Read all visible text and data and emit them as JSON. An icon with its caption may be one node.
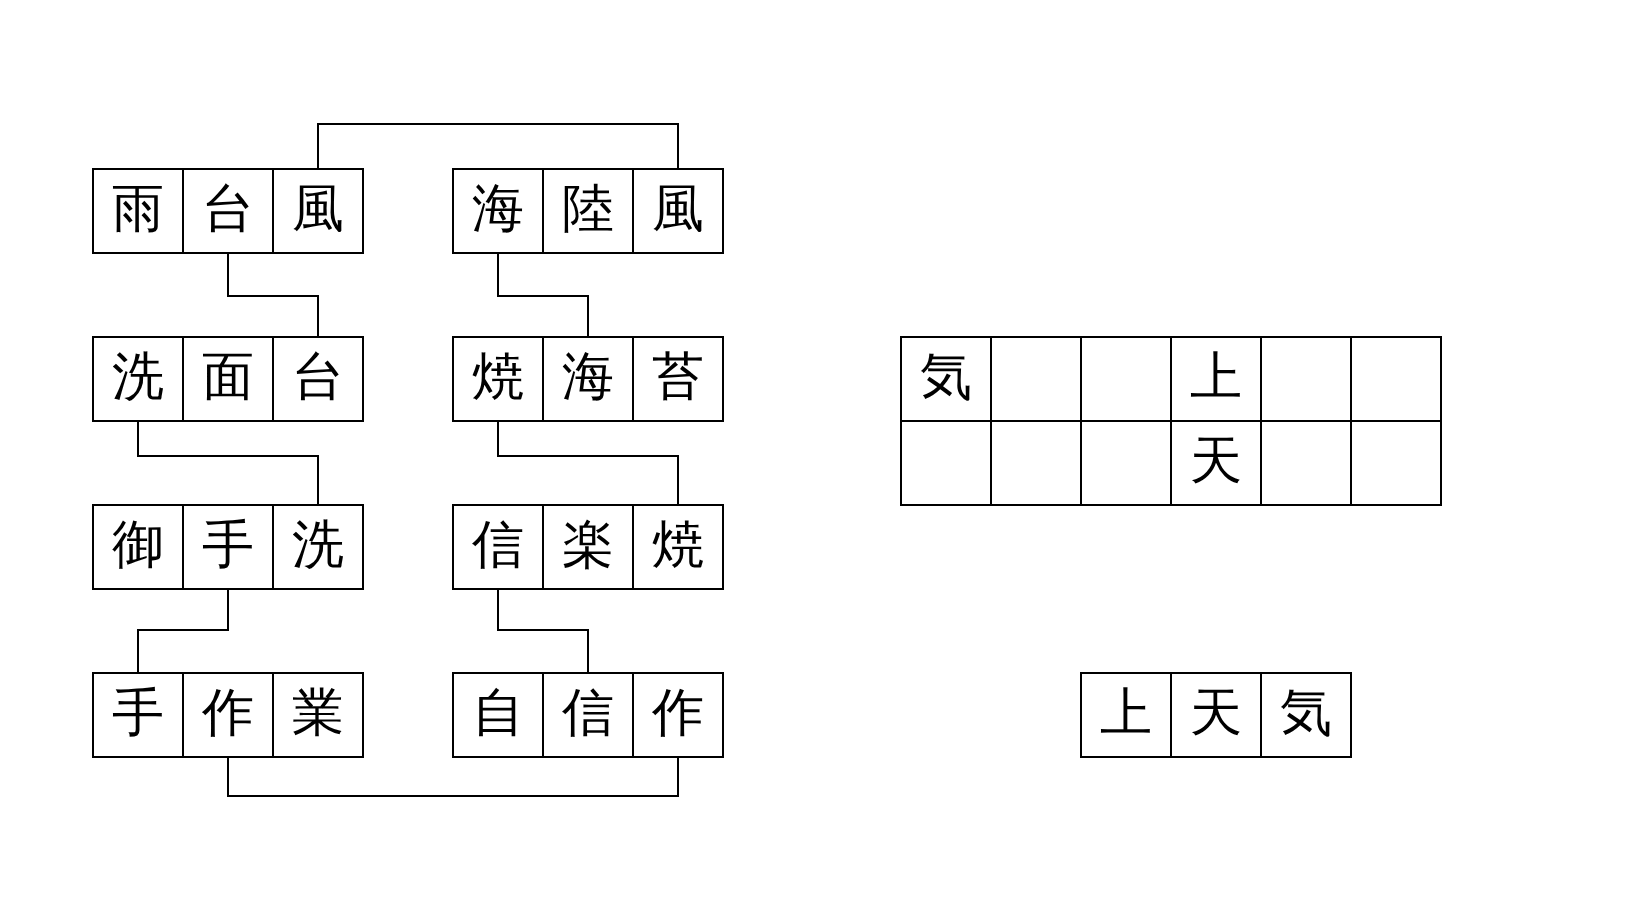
{
  "diagram": {
    "nodes": [
      {
        "text": [
          "雨"
        ]
      },
      {
        "text": [
          "台"
        ]
      },
      {
        "text": [
          "風"
        ]
      },
      {
        "text": [
          "海"
        ]
      },
      {
        "text": [
          "陸"
        ]
      },
      {
        "text": [
          "風"
        ]
      },
      {
        "text": [
          "洗"
        ]
      },
      {
        "text": [
          "面"
        ]
      },
      {
        "text": [
          "台"
        ]
      },
      {
        "text": [
          "焼"
        ]
      },
      {
        "text": [
          "海"
        ]
      },
      {
        "text": [
          "苔"
        ]
      },
      {
        "text": [
          "御"
        ]
      },
      {
        "text": [
          "手"
        ]
      },
      {
        "text": [
          "洗"
        ]
      },
      {
        "text": [
          "信"
        ]
      },
      {
        "text": [
          "楽"
        ]
      },
      {
        "text": [
          "焼"
        ]
      },
      {
        "text": [
          "手"
        ]
      },
      {
        "text": [
          "作"
        ]
      },
      {
        "text": [
          "業"
        ]
      },
      {
        "text": [
          "自"
        ]
      },
      {
        "text": [
          "信"
        ]
      },
      {
        "text": [
          "作"
        ]
      },
      {
        "text": [
          "気"
        ]
      },
      {
        "text": [],
        "shape": "box"
      },
      {
        "text": [],
        "shape": "box"
      },
      {
        "text": [
          "上"
        ]
      },
      {
        "text": [],
        "shape": "box"
      },
      {
        "text": [],
        "shape": "box"
      },
      {
        "text": [],
        "shape": "box"
      },
      {
        "text": [],
        "shape": "box"
      },
      {
        "text": [],
        "shape": "box"
      },
      {
        "text": [
          "天"
        ]
      },
      {
        "text": [],
        "shape": "box"
      },
      {
        "text": [],
        "shape": "box"
      },
      {
        "text": [
          "上"
        ]
      },
      {
        "text": [
          "天"
        ]
      },
      {
        "text": [
          "気"
        ]
      }
    ],
    "edges": [
      {
        "from": 2,
        "to": 5,
        "arrow": "none"
      },
      {
        "from": 1,
        "to": 8,
        "arrow": "none"
      },
      {
        "from": 6,
        "to": 14,
        "arrow": "none"
      },
      {
        "from": 13,
        "to": 18,
        "arrow": "none"
      },
      {
        "from": 19,
        "to": 23,
        "arrow": "none"
      },
      {
        "from": 3,
        "to": 10,
        "arrow": "none"
      },
      {
        "from": 9,
        "to": 17,
        "arrow": "none"
      },
      {
        "from": 15,
        "to": 22,
        "arrow": "none"
      }
    ]
  }
}
